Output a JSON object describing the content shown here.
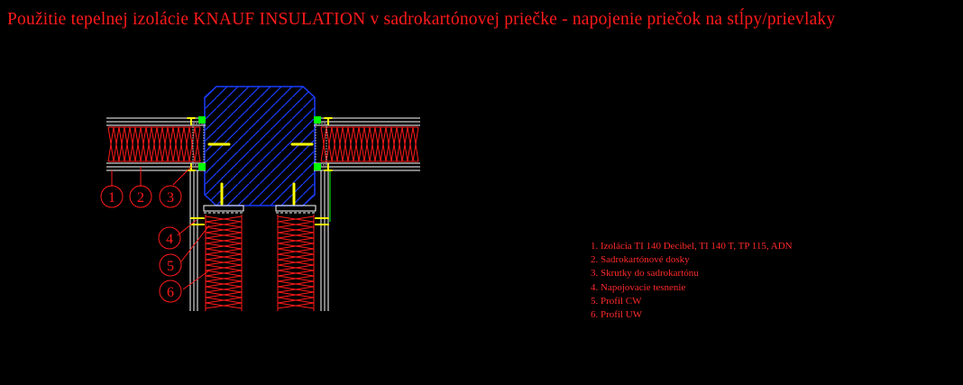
{
  "title": "Použitie tepelnej izolácie KNAUF INSULATION v sadrokartónovej priečke - napojenie priečok na stĺpy/prievlaky",
  "callouts": [
    "1",
    "2",
    "3",
    "4",
    "5",
    "6"
  ],
  "legend": [
    "1. Izolácia TI 140 Decibel, TI 140 T, TP 115, ADN",
    "2. Sadrokartónové dosky",
    "3. Skrutky do sadrokartónu",
    "4. Napojovacie tesnenie",
    "5. Profil CW",
    "6. Profil UW"
  ],
  "colors": {
    "background": "#000000",
    "text": "#ff1a1a",
    "insulation": "#ff1a1a",
    "board": "#ffffff",
    "column": "#1a3cff",
    "screw": "#ffff00",
    "seal": "#00ff00"
  }
}
